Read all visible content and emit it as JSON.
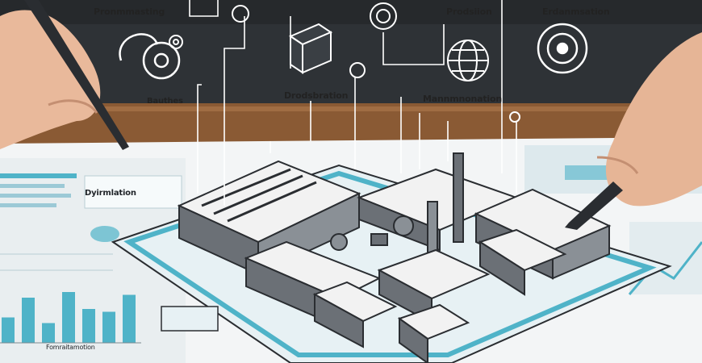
{
  "labels": {
    "top_left": "Pronmmasting",
    "top_center": "Prodsiion",
    "top_right": "Erdanmsation",
    "mid_left": "Bauthes",
    "mid_center": "Drodsbration",
    "mid_right": "Mannmnonation",
    "document_left": "Dyirmlation",
    "chart_footer": "Fomraitamotion"
  },
  "icons": [
    "pipe-gear-icon",
    "gear-icon",
    "cube-stack-icon",
    "globe-icon",
    "sawblade-icon",
    "target-icon",
    "power-icon"
  ],
  "colors": {
    "board": "#2e3236",
    "desk": "#8a5a34",
    "paper": "#f3f5f6",
    "accent_teal": "#4fb3c8",
    "roof": "#f2f2f2",
    "wall": "#6b7076",
    "ink": "#2a2d31"
  },
  "chart_bars": [
    0.45,
    0.8,
    0.35,
    0.9,
    0.6,
    0.55,
    0.85
  ]
}
